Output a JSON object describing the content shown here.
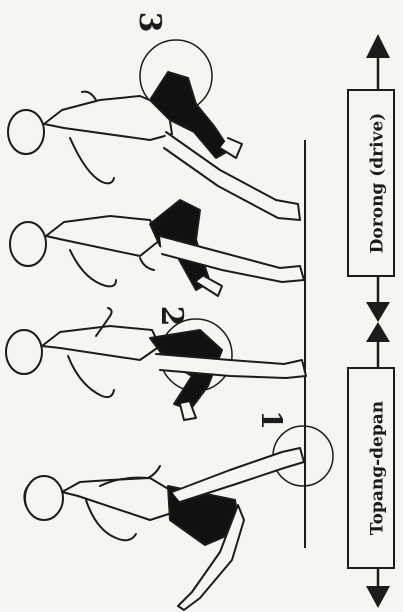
{
  "diagram": {
    "phase_labels": {
      "support": "Topang-depan",
      "drive": "Dorong (drive)"
    },
    "markers": [
      "1",
      "2",
      "3"
    ],
    "colors": {
      "ink": "#1c1c1c",
      "paper": "#f7f5f1",
      "shade": "#111111"
    }
  }
}
